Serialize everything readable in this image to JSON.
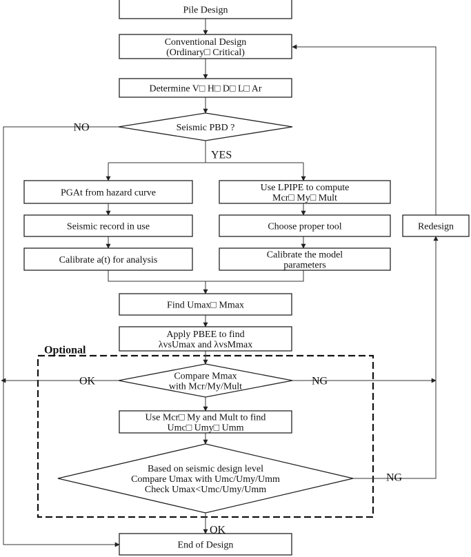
{
  "nodes": {
    "pile_design": [
      "Pile Design"
    ],
    "conventional": [
      "Conventional Design",
      "(Ordinary□ Critical)"
    ],
    "determine": [
      "Determine V□ H□ D□ L□ Ar"
    ],
    "seismic_pbd": [
      "Seismic PBD ?"
    ],
    "pga": [
      "PGAt from hazard curve"
    ],
    "seismic_record": [
      "Seismic record in use"
    ],
    "calibrate_a": [
      "Calibrate a(t) for analysis"
    ],
    "lpipe": [
      "Use LPIPE to compute",
      "Mcr□ My□ Mult"
    ],
    "choose_tool": [
      "Choose proper tool"
    ],
    "calibrate_model": [
      "Calibrate the model",
      "parameters"
    ],
    "find_umax": [
      "Find Umax□ Mmax"
    ],
    "apply_pbee": [
      "Apply PBEE to find",
      "λvsUmax and λvsMmax"
    ],
    "compare_mmax": [
      "Compare Mmax",
      "with Mcr/My/Mult"
    ],
    "use_mcr": [
      "Use Mcr□ My and Mult to find",
      "Umc□ Umy□ Umm"
    ],
    "based_on": [
      "Based on seismic design level",
      "Compare Umax with Umc/Umy/Umm",
      "Check Umax<Umc/Umy/Umm"
    ],
    "redesign": [
      "Redesign"
    ],
    "end": [
      "End of Design"
    ]
  },
  "labels": {
    "no": "NO",
    "yes": "YES",
    "ok_left": "OK",
    "ng_right": "NG",
    "ng_bottom": "NG",
    "ok_bottom": "OK",
    "optional": "Optional"
  }
}
